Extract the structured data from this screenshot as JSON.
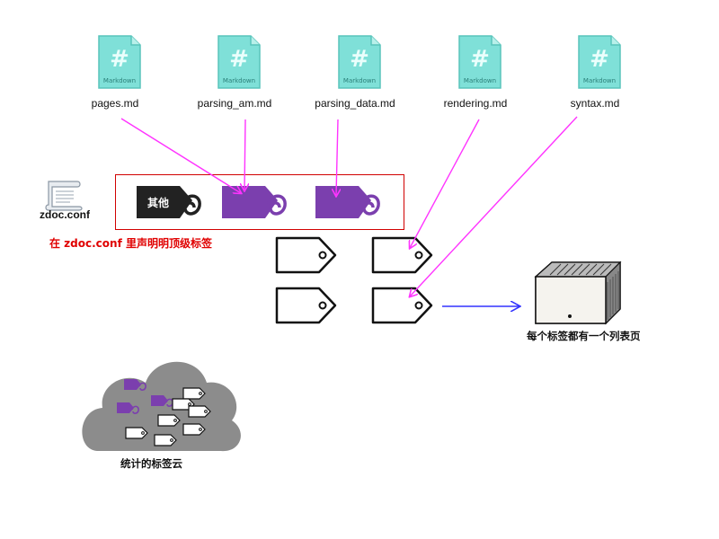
{
  "files": [
    {
      "name": "pages.md",
      "icon": "markdown-file-icon",
      "badge": "Markdown"
    },
    {
      "name": "parsing_am.md",
      "icon": "markdown-file-icon",
      "badge": "Markdown"
    },
    {
      "name": "parsing_data.md",
      "icon": "markdown-file-icon",
      "badge": "Markdown"
    },
    {
      "name": "rendering.md",
      "icon": "markdown-file-icon",
      "badge": "Markdown"
    },
    {
      "name": "syntax.md",
      "icon": "markdown-file-icon",
      "badge": "Markdown"
    }
  ],
  "config": {
    "name": "zdoc.conf",
    "icon": "scroll-icon"
  },
  "top_level_note": "在 zdoc.conf 里声明明顶级标签",
  "top_tags": [
    {
      "label": "其他",
      "color": "#222222"
    },
    {
      "label": "",
      "color": "#7b3fae"
    },
    {
      "label": "",
      "color": "#7b3fae"
    }
  ],
  "list_page_caption": "每个标签都有一个列表页",
  "tag_cloud_caption": "统计的标签云",
  "colors": {
    "arrow_magenta": "#ff33ff",
    "arrow_blue": "#3333ff",
    "tag_purple": "#7b3fae",
    "tag_dark": "#222222",
    "box_red": "#d10000",
    "cloud_gray": "#8c8c8c"
  }
}
